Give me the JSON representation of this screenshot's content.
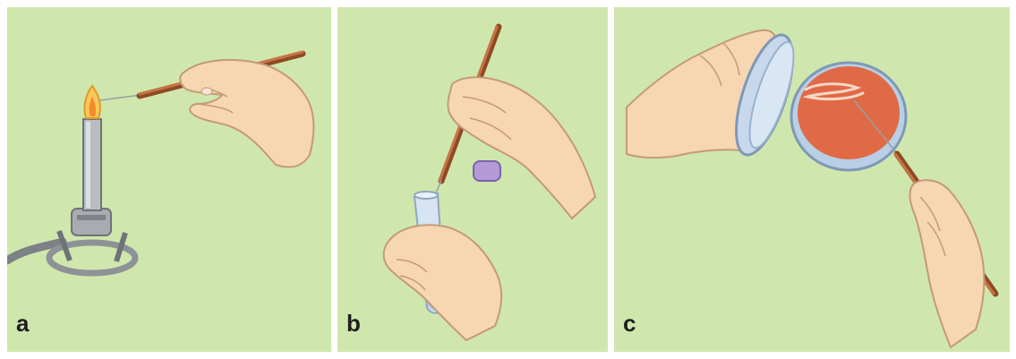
{
  "panels": [
    {
      "label": "a",
      "content": "bunsen-burner-flame-sterilizing-loop"
    },
    {
      "label": "b",
      "content": "loop-dipped-in-culture-tube"
    },
    {
      "label": "c",
      "content": "streaking-on-agar-plate"
    }
  ],
  "colors": {
    "panel_background": "#cfe7ad",
    "skin": "#f7d6b2",
    "skin_outline": "#c49a78",
    "loop_handle": "#c06a3a",
    "agar": "#e06a45",
    "petri_glass": "#b8cfe6",
    "burner_metal": "#9a9ea4",
    "flame": "#f2b12e"
  }
}
